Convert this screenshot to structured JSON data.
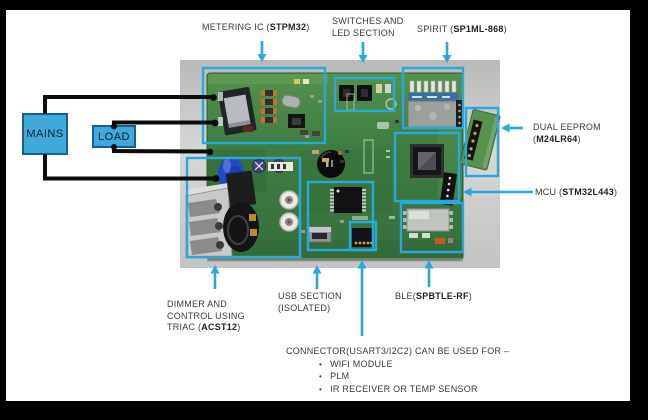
{
  "colors": {
    "accent_cyan": "#29A8E0",
    "wire_black": "#0c0c0c",
    "io_box_fill": "#3fa9dc",
    "io_box_border": "#15618c",
    "pcb_green": "#3c7a40",
    "photo_gray": "#cdcdcd",
    "label_text": "#3a3a3a"
  },
  "diagram": {
    "mains_label": "MAINS",
    "load_label": "LOAD"
  },
  "annotations": {
    "metering": {
      "pre": "METERING IC (",
      "bold": "STPM32",
      "post": ")"
    },
    "switches": {
      "line1": "SWITCHES AND",
      "line2": "LED SECTION"
    },
    "spirit": {
      "pre": "SPIRIT (",
      "bold": "SP1ML-868",
      "post": ")"
    },
    "eeprom": {
      "line1": "DUAL EEPROM",
      "pre": "(",
      "bold": "M24LR64",
      "post": ")"
    },
    "mcu": {
      "pre": "MCU (",
      "bold": "STM32L443",
      "post": ")"
    },
    "ble": {
      "pre": "BLE(",
      "bold": "SPBTLE-RF",
      "post": ")"
    },
    "usb": {
      "line1": "USB SECTION",
      "line2": "(ISOLATED)"
    },
    "dimmer": {
      "line1": "DIMMER AND",
      "line2": "CONTROL USING",
      "pre": "TRIAC (",
      "bold": "ACST12",
      "post": ")"
    },
    "connector": {
      "heading": "CONNECTOR(USART3/I2C2) CAN BE USED FOR –",
      "bullet_char": "•",
      "bullets": [
        "WIFI MODULE",
        "PLM",
        "IR RECEIVER OR TEMP SENSOR"
      ]
    }
  }
}
